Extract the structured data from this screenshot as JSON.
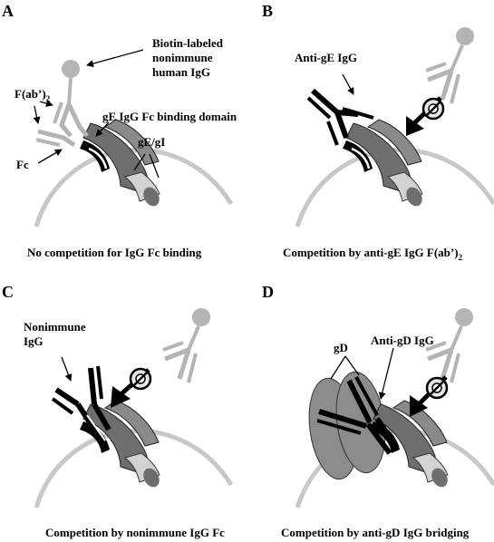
{
  "panels": [
    {
      "letter": "A",
      "caption": "No competition for IgG Fc binding",
      "labels": {
        "biotin_line1": "Biotin-labeled",
        "biotin_line2": "nonimmune",
        "biotin_line3": "human IgG",
        "fab_main": "F(ab’)",
        "fab_sub": "2",
        "fc": "Fc",
        "binding_domain": "gE IgG Fc binding domain",
        "ge_gi": "gE/gI"
      }
    },
    {
      "letter": "B",
      "caption_main": "Competition by anti-gE IgG F(ab’)",
      "caption_sub": "2",
      "labels": {
        "antibody": "Anti-gE IgG"
      }
    },
    {
      "letter": "C",
      "caption": "Competition by nonimmune IgG Fc",
      "labels": {
        "line1": "Nonimmune",
        "line2": "IgG"
      }
    },
    {
      "letter": "D",
      "caption": "Competition by anti-gD IgG bridging",
      "labels": {
        "gd": "gD",
        "antibody": "Anti-gD IgG"
      }
    }
  ],
  "colors": {
    "membrane": "#c8c8c8",
    "gray_igg": "#b4b4b4",
    "ge_body": "#6e6e6e",
    "ge_light": "#a8a8a8",
    "gi_cap": "#d2d2d2",
    "gd_ellipse": "#8c8c8c",
    "black_igg": "#000000"
  },
  "icons": [
    "no-symbol-icon",
    "arrow-icon"
  ]
}
